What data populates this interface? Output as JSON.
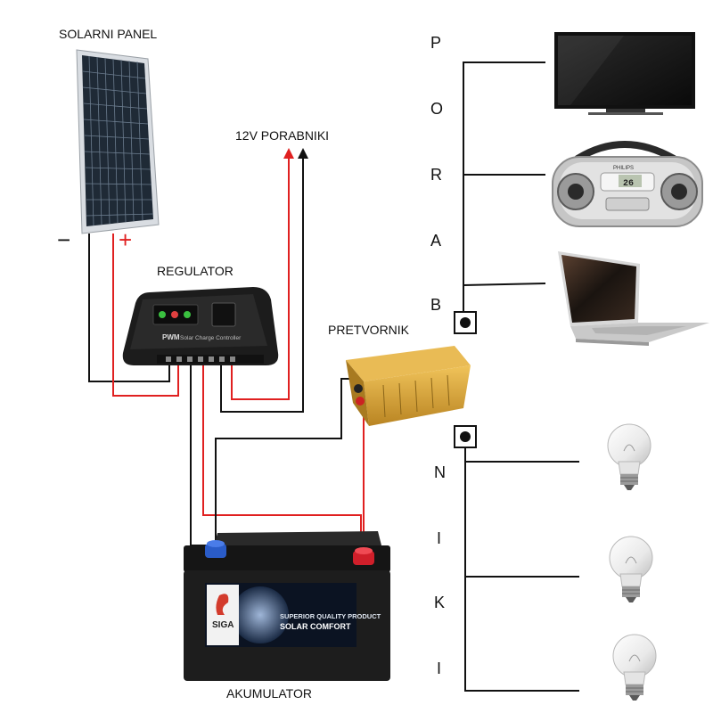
{
  "labels": {
    "solar_panel": "SOLARNI PANEL",
    "consumers_12v": "12V PORABNIKI",
    "regulator": "REGULATOR",
    "inverter": "PRETVORNIK",
    "battery": "AKUMULATOR",
    "minus": "−",
    "plus": "+"
  },
  "vertical_word_1": [
    "P",
    "O",
    "R",
    "A",
    "B"
  ],
  "vertical_word_2": [
    "N",
    "I",
    "K",
    "I"
  ],
  "device_text": {
    "controller_brand": "PWM",
    "controller_name": "Solar Charge Controller",
    "radio_brand": "PHILIPS",
    "radio_display": "26",
    "battery_brand": "SIGA",
    "battery_line1": "SUPERIOR QUALITY PRODUCT",
    "battery_line2": "SOLAR COMFORT"
  },
  "colors": {
    "positive_wire": "#e02020",
    "negative_wire": "#111111",
    "inverter_body": "#d9a23a",
    "battery_body": "#1d1d1d",
    "battery_terminal_neg": "#2a5cc8",
    "battery_terminal_pos": "#d01f2a"
  },
  "icons": [
    "solar-panel-icon",
    "charge-controller-icon",
    "inverter-icon",
    "battery-icon",
    "tv-icon",
    "radio-icon",
    "laptop-icon",
    "light-bulb-icon"
  ]
}
